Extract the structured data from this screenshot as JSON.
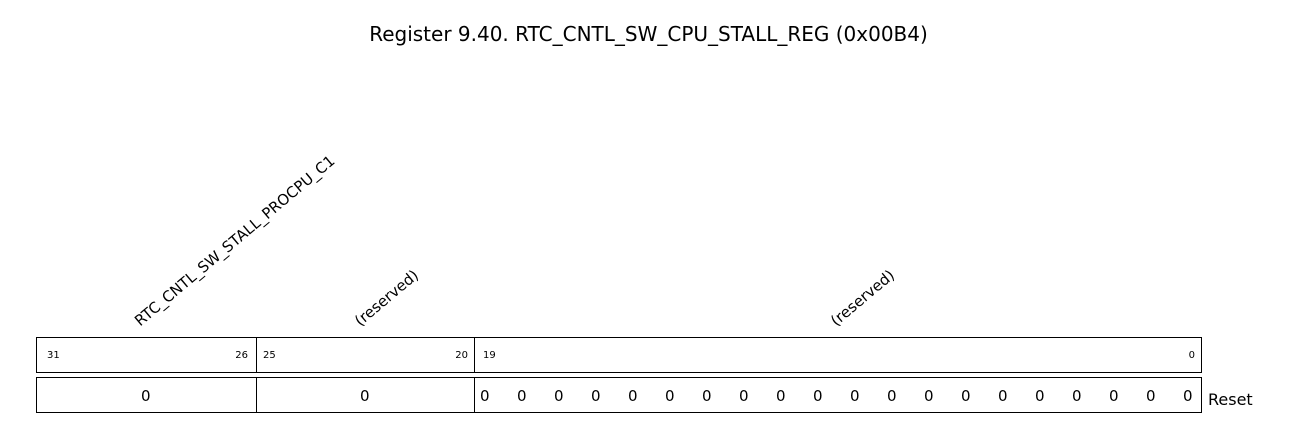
{
  "title": "Register 9.40. RTC_CNTL_SW_CPU_STALL_REG (0x00B4)",
  "fields": [
    {
      "name": "RTC_CNTL_SW_STALL_PROCPU_C1",
      "msb": "31",
      "lsb": "26",
      "reset": "0"
    },
    {
      "name": "(reserved)",
      "msb": "25",
      "lsb": "20",
      "reset": "0"
    },
    {
      "name": "(reserved)",
      "msb": "19",
      "lsb": "0",
      "reset_bits": [
        "0",
        "0",
        "0",
        "0",
        "0",
        "0",
        "0",
        "0",
        "0",
        "0",
        "0",
        "0",
        "0",
        "0",
        "0",
        "0",
        "0",
        "0",
        "0",
        "0"
      ]
    }
  ],
  "reset_label": "Reset"
}
